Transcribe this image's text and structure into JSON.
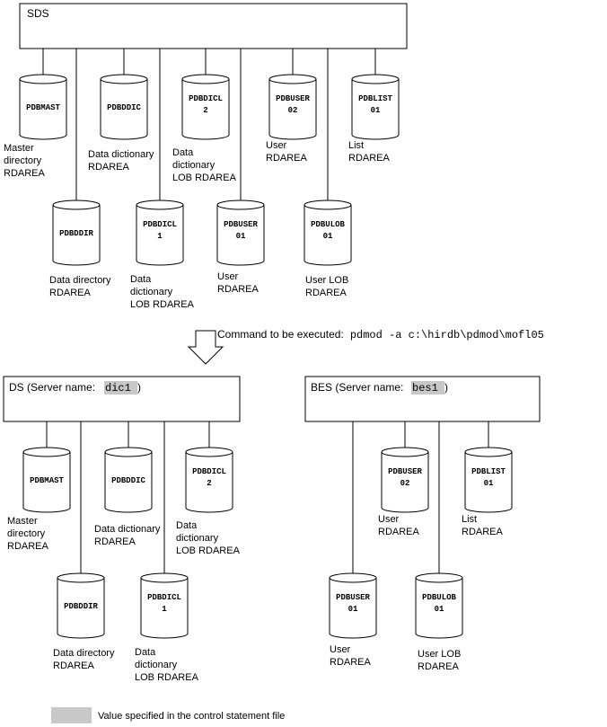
{
  "colors": {
    "highlight": "#c8c8c8",
    "stroke": "#000000",
    "background": "#ffffff"
  },
  "sds": {
    "title": "SDS",
    "rdareas": [
      {
        "name": [
          "PDBMAST"
        ],
        "label": [
          "Master",
          "directory",
          "RDAREA"
        ]
      },
      {
        "name": [
          "PDBDDIC"
        ],
        "label": [
          "Data dictionary",
          "RDAREA"
        ]
      },
      {
        "name": [
          "PDBDICL",
          "2"
        ],
        "label": [
          "Data",
          "dictionary",
          "LOB RDAREA"
        ]
      },
      {
        "name": [
          "PDBUSER",
          "02"
        ],
        "label": [
          "User",
          "RDAREA"
        ]
      },
      {
        "name": [
          "PDBLIST",
          "01"
        ],
        "label": [
          "List",
          "RDAREA"
        ]
      },
      {
        "name": [
          "PDBDDIR"
        ],
        "label": [
          "Data directory",
          "RDAREA"
        ]
      },
      {
        "name": [
          "PDBDICL",
          "1"
        ],
        "label": [
          "Data",
          "dictionary",
          "LOB RDAREA"
        ]
      },
      {
        "name": [
          "PDBUSER",
          "01"
        ],
        "label": [
          "User",
          "RDAREA"
        ]
      },
      {
        "name": [
          "PDBULOB",
          "01"
        ],
        "label": [
          "User LOB",
          "RDAREA"
        ]
      }
    ]
  },
  "command": {
    "label": "Command to be executed:",
    "text": "pdmod -a c:\\hirdb\\pdmod\\mofl05"
  },
  "ds": {
    "title": "DS (Server name:",
    "server": "dic1",
    "close": ")",
    "rdareas": [
      {
        "name": [
          "PDBMAST"
        ],
        "label": [
          "Master",
          "directory",
          "RDAREA"
        ]
      },
      {
        "name": [
          "PDBDDIC"
        ],
        "label": [
          "Data dictionary",
          "RDAREA"
        ]
      },
      {
        "name": [
          "PDBDICL",
          "2"
        ],
        "label": [
          "Data",
          "dictionary",
          "LOB RDAREA"
        ]
      },
      {
        "name": [
          "PDBDDIR"
        ],
        "label": [
          "Data directory",
          "RDAREA"
        ]
      },
      {
        "name": [
          "PDBDICL",
          "1"
        ],
        "label": [
          "Data",
          "dictionary",
          "LOB RDAREA"
        ]
      }
    ]
  },
  "bes": {
    "title": "BES (Server name:",
    "server": "bes1",
    "close": ")",
    "rdareas": [
      {
        "name": [
          "PDBUSER",
          "02"
        ],
        "label": [
          "User",
          "RDAREA"
        ]
      },
      {
        "name": [
          "PDBLIST",
          "01"
        ],
        "label": [
          "List",
          "RDAREA"
        ]
      },
      {
        "name": [
          "PDBUSER",
          "01"
        ],
        "label": [
          "User",
          "RDAREA"
        ]
      },
      {
        "name": [
          "PDBULOB",
          "01"
        ],
        "label": [
          "User LOB",
          "RDAREA"
        ]
      }
    ]
  },
  "legend": {
    "text": "Value specified in the control statement file"
  }
}
